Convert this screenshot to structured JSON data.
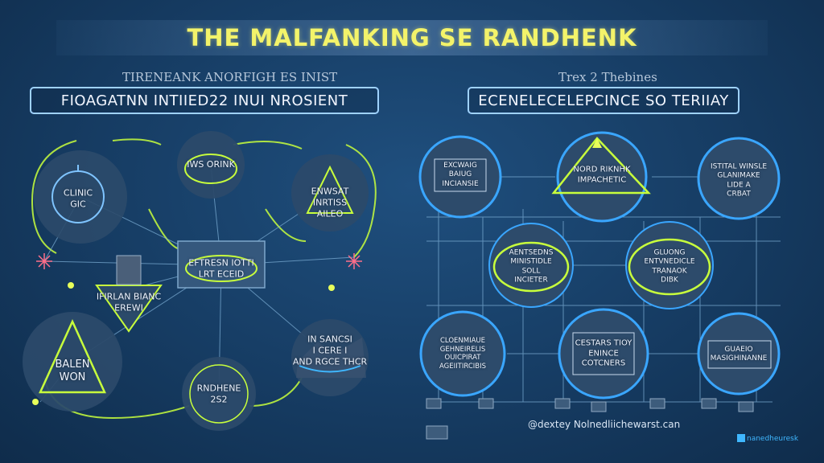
{
  "title": "THE MALFANKING SE RANDHENK",
  "left_panel": {
    "subtitle": "TIRENEANK ANORFIGH ES INIST",
    "header": "FIOAGATNN INTIIED22 INUI NROSIENT",
    "nodes": [
      {
        "id": "l1",
        "label": "CLINIC\nGIC"
      },
      {
        "id": "l2",
        "label": "IWS ORINK"
      },
      {
        "id": "l3",
        "label": "ENWSAT\nINRTISS\nAILEO"
      },
      {
        "id": "l4",
        "label": "IFIRLAN BIANC\nEREWI"
      },
      {
        "id": "l5",
        "label": "EFTRESN IOTTI\nLRT ECEID"
      },
      {
        "id": "l6",
        "label": "BALEN\nWON"
      },
      {
        "id": "l7",
        "label": "RNDHENE\n2S2"
      },
      {
        "id": "l8",
        "label": "IN SANCSI\nI CERE I\nAND RGCE THCR"
      }
    ]
  },
  "right_panel": {
    "subtitle": "Trex 2 Thebines",
    "header": "ECENELECELEPCINCE SO TERIIAY",
    "nodes": [
      {
        "id": "r1",
        "label": "EXCWAIG\nBAIUG\nINCIANSIE"
      },
      {
        "id": "r2",
        "label": "NORD RIKNHK\nIMPACHETIC"
      },
      {
        "id": "r3",
        "label": "ISTITAL WINSLE\nGLANIMAKE\nLIDE A\nCRBAT"
      },
      {
        "id": "r4",
        "label": "AENTSEDNS\nMINISTIDLE\nSOLL\nINCIETER"
      },
      {
        "id": "r5",
        "label": "GLUONG\nENTVNEDICLE\nTRANAOK\nDIBK"
      },
      {
        "id": "r6",
        "label": "CLOENMIAUE\nGEHNEIRELIS\nOUICPIRAT\nAGEIITIRCIBIS"
      },
      {
        "id": "r7",
        "label": "CESTARS TIOY\nENINCE\nCOTCNERS"
      },
      {
        "id": "r8",
        "label": "GUAEIO\nMASIGHINANNE"
      }
    ]
  },
  "footer": {
    "handle": "@dextey Nolnedliichewarst.can",
    "brand": "nanedheuresk"
  },
  "colors": {
    "background": "#163c63",
    "title": "#f3f36a",
    "accent_line": "#c8ff3c",
    "node_border": "#3aa6ff",
    "node_fill": "#2d4b6b"
  }
}
